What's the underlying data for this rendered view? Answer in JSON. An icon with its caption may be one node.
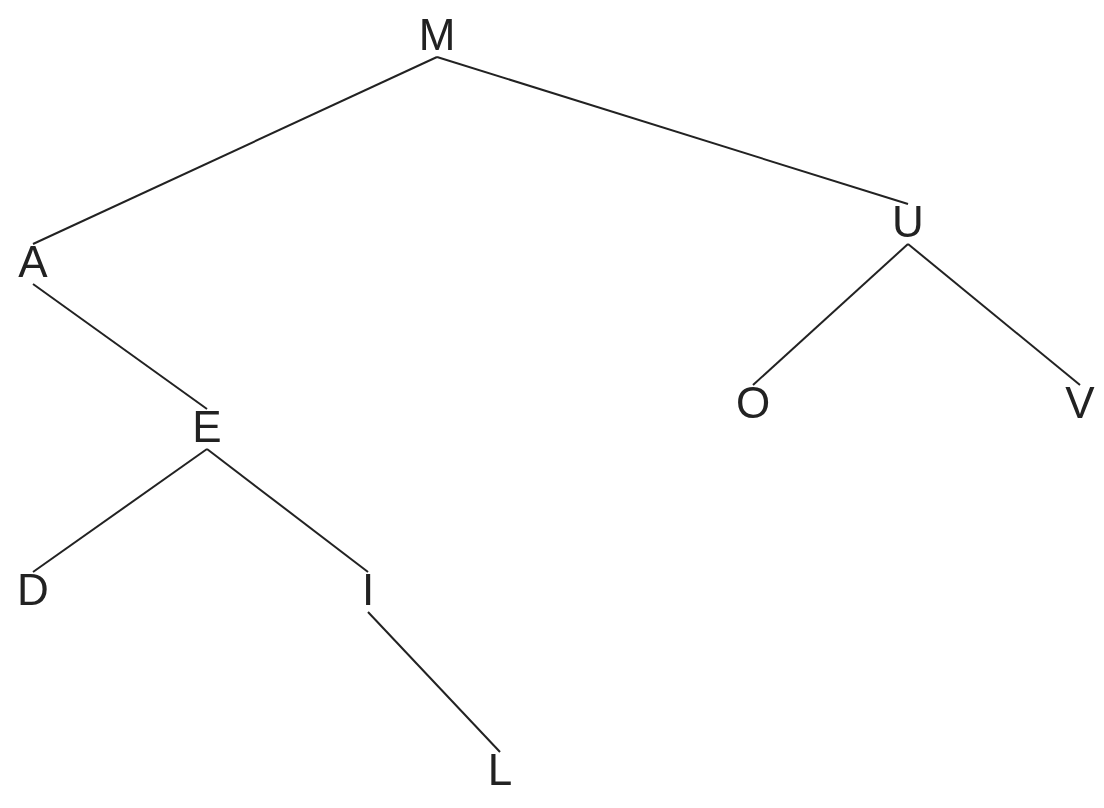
{
  "diagram": {
    "nodes": [
      {
        "text": [
          "M"
        ]
      },
      {
        "text": [
          "A"
        ]
      },
      {
        "text": [
          "U"
        ]
      },
      {
        "text": [
          "E"
        ]
      },
      {
        "text": [
          "O"
        ]
      },
      {
        "text": [
          "V"
        ]
      },
      {
        "text": [
          "D"
        ]
      },
      {
        "text": [
          "I"
        ]
      },
      {
        "text": [
          "L"
        ]
      }
    ],
    "edges": [
      {
        "from": 0,
        "to": 1,
        "arrow": "none"
      },
      {
        "from": 0,
        "to": 2,
        "arrow": "none"
      },
      {
        "from": 1,
        "to": 3,
        "arrow": "none"
      },
      {
        "from": 2,
        "to": 4,
        "arrow": "none"
      },
      {
        "from": 2,
        "to": 5,
        "arrow": "none"
      },
      {
        "from": 3,
        "to": 6,
        "arrow": "none"
      },
      {
        "from": 3,
        "to": 7,
        "arrow": "none"
      },
      {
        "from": 7,
        "to": 8,
        "arrow": "none"
      }
    ]
  }
}
